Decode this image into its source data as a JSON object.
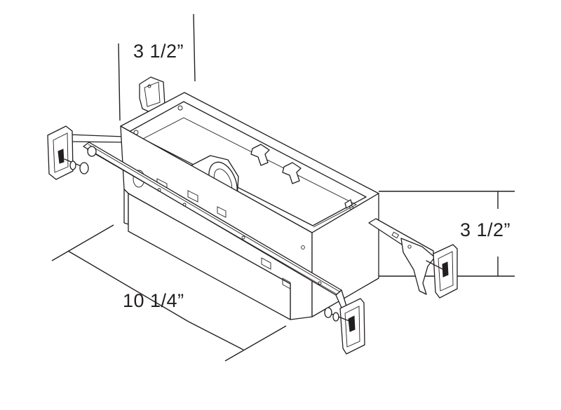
{
  "dimensions": {
    "depth": "3 1/2”",
    "height": "3 1/2”",
    "length": "10 1/4”"
  },
  "colors": {
    "line": "#231f20",
    "background": "#ffffff"
  }
}
